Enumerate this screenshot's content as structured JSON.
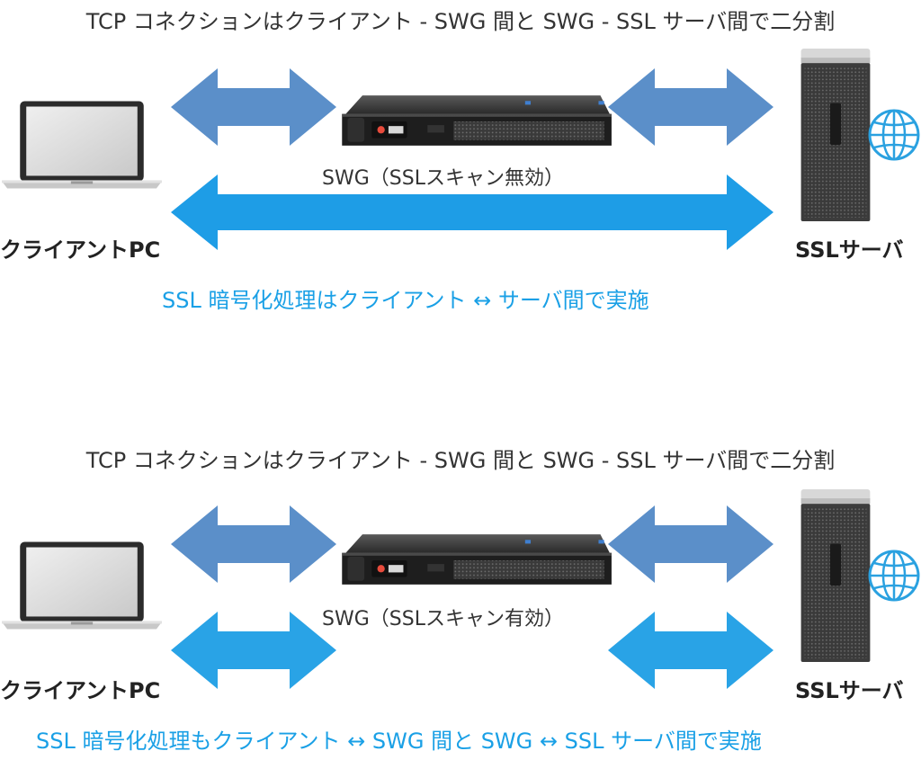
{
  "colors": {
    "tcp_arrow": "#5b8fc9",
    "ssl_arrow_long": "#1e9de6",
    "ssl_arrow_short": "#29a3e6",
    "ssl_text": "#1aa0e6",
    "text": "#333333"
  },
  "icons": {
    "laptop": "laptop-icon",
    "appliance": "swg-appliance-icon",
    "server": "ssl-server-icon",
    "globe": "globe-icon"
  },
  "top": {
    "tcp_caption": "TCP コネクションはクライアント - SWG 間と SWG - SSL サーバ間で二分割",
    "client_label": "クライアントPC",
    "server_label": "SSLサーバ",
    "swg_label": "SWG（SSLスキャン無効）",
    "ssl_caption": "SSL 暗号化処理はクライアント ↔ サーバ間で実施"
  },
  "bottom": {
    "tcp_caption": "TCP コネクションはクライアント - SWG 間と SWG - SSL サーバ間で二分割",
    "client_label": "クライアントPC",
    "server_label": "SSLサーバ",
    "swg_label": "SWG（SSLスキャン有効）",
    "ssl_caption": "SSL 暗号化処理もクライアント ↔ SWG 間と SWG ↔ SSL サーバ間で実施"
  }
}
